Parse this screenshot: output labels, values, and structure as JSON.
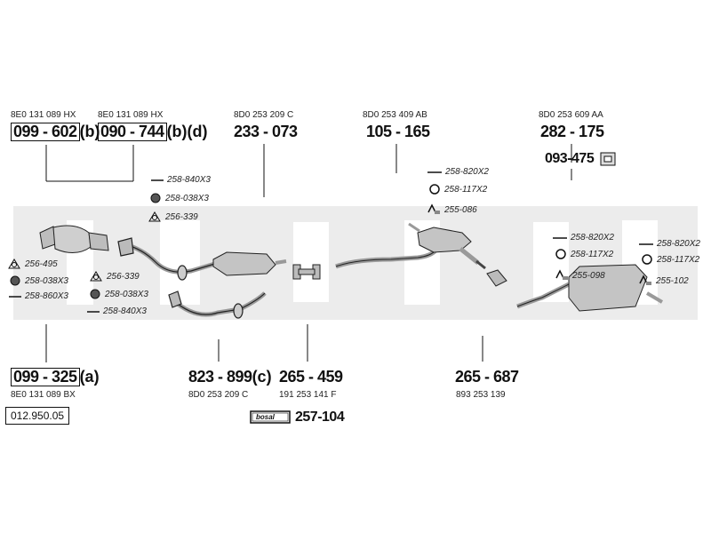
{
  "parts": [
    {
      "id": "p1",
      "oem": "8E0 131 089 HX",
      "number": "099 - 602",
      "suffix": "(b)"
    },
    {
      "id": "p2",
      "oem": "8E0 131 089 HX",
      "number": "090 - 744",
      "suffix": "(b)(d)"
    },
    {
      "id": "p3",
      "oem": "8D0 253 209 C",
      "number": "233 - 073",
      "suffix": ""
    },
    {
      "id": "p4",
      "oem": "8D0 253 409 AB",
      "number": "105 - 165",
      "suffix": ""
    },
    {
      "id": "p5",
      "oem": "8D0 253 609 AA",
      "number": "282 - 175",
      "suffix": ""
    },
    {
      "id": "p6",
      "oem": "",
      "number": "093-475",
      "suffix": ""
    },
    {
      "id": "p7",
      "oem": "8E0 131 089 BX",
      "number": "099 - 325",
      "suffix": "(a)"
    },
    {
      "id": "p8",
      "oem": "8D0 253 209 C",
      "number": "823 - 899",
      "suffix": "(c)"
    },
    {
      "id": "p9",
      "oem": "191 253 141 F",
      "number": "265 - 459",
      "suffix": ""
    },
    {
      "id": "p10",
      "oem": "893 253 139",
      "number": "265 - 687",
      "suffix": ""
    },
    {
      "id": "p11",
      "oem": "",
      "number": "257-104",
      "suffix": ""
    }
  ],
  "accessories": {
    "a1": "258-840X3",
    "a2": "258-038X3",
    "a3": "256-339",
    "a4": "256-495",
    "a5": "258-038X3",
    "a6": "258-860X3",
    "a7": "256-339",
    "a8": "258-038X3",
    "a9": "258-840X3",
    "a10": "258-820X2",
    "a11": "258-117X2",
    "a12": "255-086",
    "a13": "258-820X2",
    "a14": "258-117X2",
    "a15": "255-098",
    "a16": "258-820X2",
    "a17": "258-117X2",
    "a18": "255-102"
  },
  "brand_label": "bosal",
  "reference": "012.950.05",
  "colors": {
    "watermark": "#ebebeb",
    "line": "#111111",
    "part": "#9a9a9a"
  }
}
